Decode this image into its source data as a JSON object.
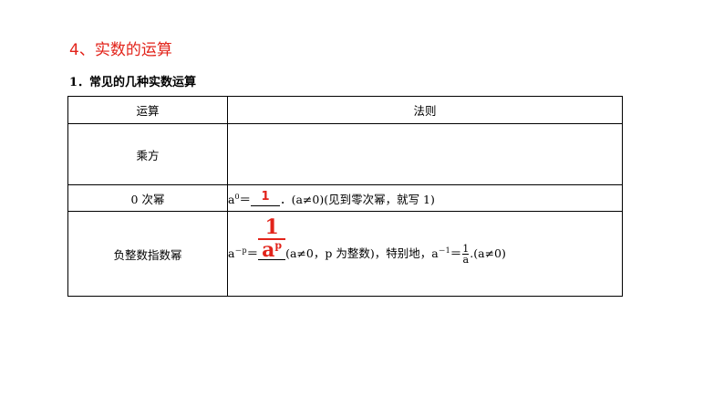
{
  "section_title": "4、实数的运算",
  "sub_title": "1．常见的几种实数运算",
  "table": {
    "headers": [
      "运算",
      "法则"
    ],
    "rows": [
      {
        "op": "乘方",
        "rule": ""
      },
      {
        "op": "0 次幂",
        "rule": {
          "base": "a",
          "exp": "0",
          "eq": "＝",
          "answer": "1",
          "after": "．(a≠0)(见到零次幂，就写 1)"
        }
      },
      {
        "op": "负整数指数幂",
        "rule": {
          "base": "a",
          "exp": "－p",
          "eq": "＝",
          "answer_num": "1",
          "answer_den_base": "a",
          "answer_den_exp": "p",
          "middle": "(a≠0，p 为整数)，特别地，",
          "base2": "a",
          "exp2": "－1",
          "eq2": "＝",
          "frac2_num": "1",
          "frac2_den": "a",
          "tail": ".(a≠0)"
        }
      }
    ]
  },
  "colors": {
    "accent_red": "#e2231a",
    "text": "#000000",
    "border": "#000000"
  }
}
